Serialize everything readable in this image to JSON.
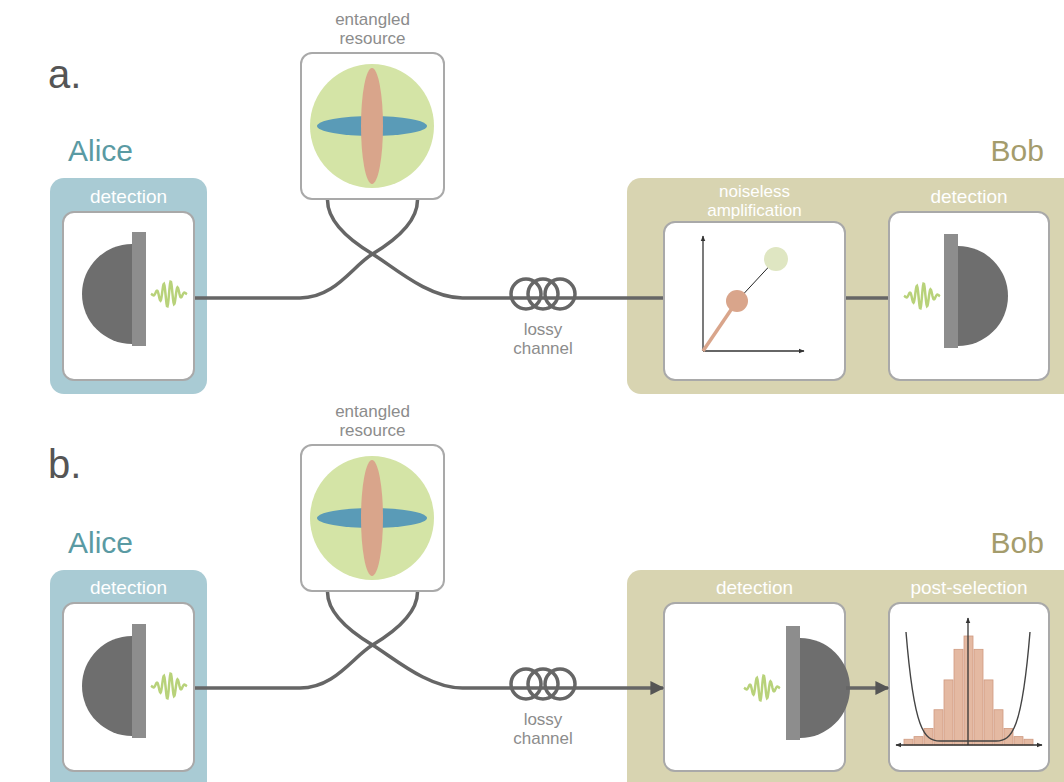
{
  "diagram": {
    "nodes": [
      {
        "text": [
          "Alice"
        ]
      },
      {
        "text": [
          "detection"
        ],
        "in": 0
      },
      {
        "text": [
          "entangled resource"
        ]
      },
      {
        "text": [
          "Bob"
        ]
      },
      {
        "text": [
          "noiseless amplification"
        ],
        "in": 3
      },
      {
        "text": [
          "detection"
        ],
        "in": 3
      },
      {
        "text": [
          "Alice"
        ]
      },
      {
        "text": [
          "detection"
        ],
        "in": 6
      },
      {
        "text": [
          "entangled resource"
        ]
      },
      {
        "text": [
          "Bob"
        ]
      },
      {
        "text": [
          "detection"
        ],
        "in": 9
      },
      {
        "text": [
          "post-selection"
        ],
        "in": 9
      }
    ],
    "edges": [
      {
        "from": 1,
        "to": 2,
        "arrow": "none"
      },
      {
        "from": 2,
        "to": 4,
        "label": "lossy channel",
        "arrow": "none"
      },
      {
        "from": 4,
        "to": 5,
        "arrow": "none"
      },
      {
        "from": 7,
        "to": 8,
        "arrow": "none"
      },
      {
        "from": 8,
        "to": 10,
        "label": "lossy channel",
        "arrow": "to"
      },
      {
        "from": 10,
        "to": 11,
        "arrow": "to"
      }
    ],
    "labels": [
      "a.",
      "b."
    ]
  }
}
